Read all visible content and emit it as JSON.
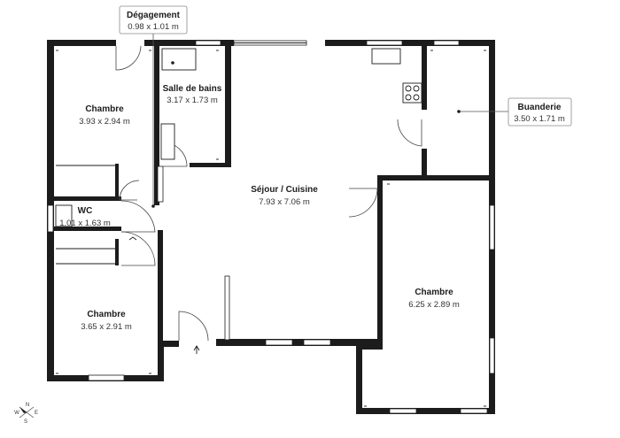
{
  "rooms": {
    "chambre_1": {
      "name": "Chambre",
      "dims": "3.93 x 2.94 m"
    },
    "salle_de_bains": {
      "name": "Salle de bains",
      "dims": "3.17 x 1.73 m"
    },
    "sejour_cuisine": {
      "name": "Séjour / Cuisine",
      "dims": "7.93 x 7.06 m"
    },
    "wc": {
      "name": "WC",
      "dims": "1.01 x 1.63 m"
    },
    "chambre_2": {
      "name": "Chambre",
      "dims": "3.65 x 2.91 m"
    },
    "chambre_3": {
      "name": "Chambre",
      "dims": "6.25 x 2.89 m"
    }
  },
  "callouts": {
    "degagement": {
      "name": "Dégagement",
      "dims": "0.98 x 1.01 m"
    },
    "buanderie": {
      "name": "Buanderie",
      "dims": "3.50 x 1.71 m"
    }
  },
  "compass": {
    "n": "N",
    "e": "E",
    "s": "S",
    "w": "W"
  },
  "colors": {
    "wall": "#1c1c1c",
    "background": "#ffffff",
    "callout_border": "#8a8a8a"
  }
}
